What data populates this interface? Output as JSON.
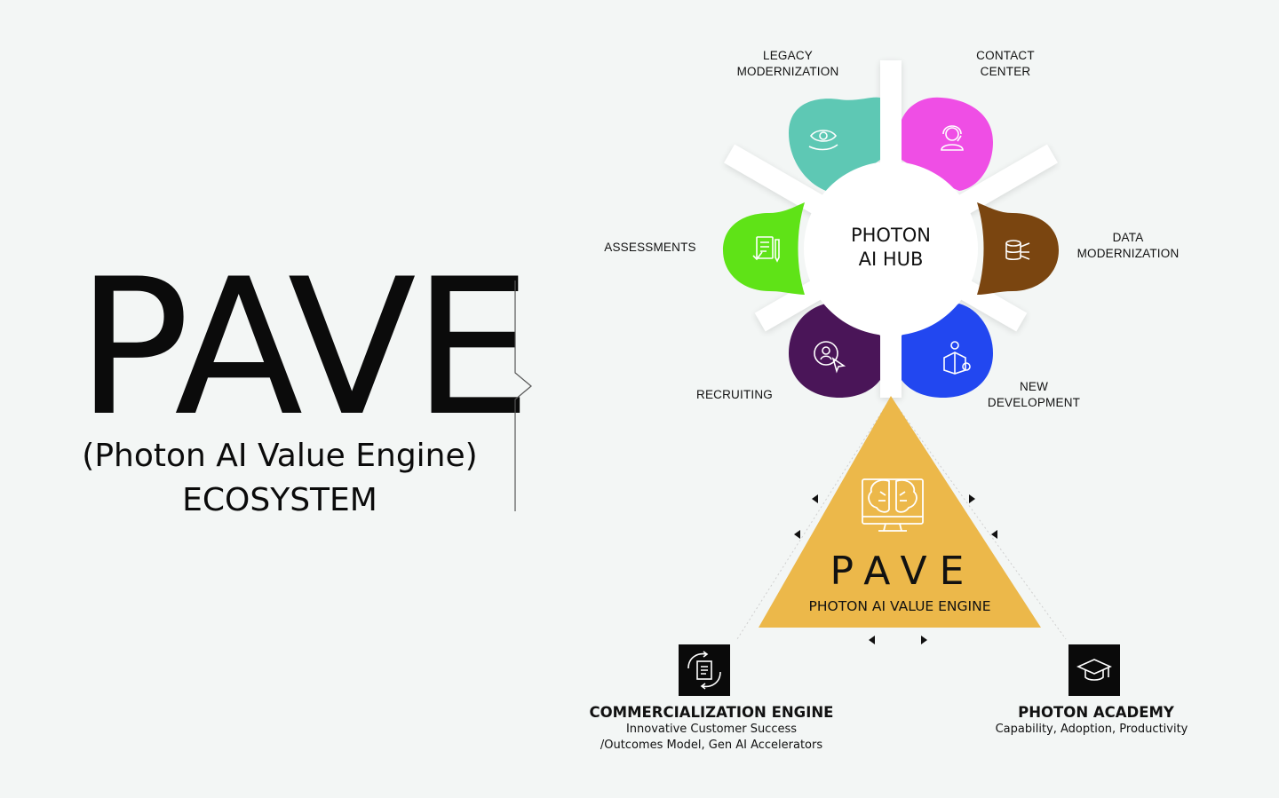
{
  "colors": {
    "background": "#f3f6f5",
    "legacy": "#5ec8b4",
    "contact": "#ef4ee5",
    "data": "#7a4510",
    "new_development": "#2247f0",
    "recruiting": "#4a1558",
    "assessments": "#5fe317",
    "pave_triangle": "#ecb84a"
  },
  "left": {
    "title": "PAVE",
    "subtitle": "(Photon AI Value Engine)",
    "subtitle2": "ECOSYSTEM"
  },
  "hub": {
    "title": "PHOTON\nAI HUB",
    "segments": [
      {
        "key": "legacy",
        "label": "LEGACY\nMODERNIZATION",
        "icon": "eye-hand-icon"
      },
      {
        "key": "contact",
        "label": "CONTACT\nCENTER",
        "icon": "headset-agent-icon"
      },
      {
        "key": "data",
        "label": "DATA\nMODERNIZATION",
        "icon": "database-network-icon"
      },
      {
        "key": "new_development",
        "label": "NEW\nDEVELOPMENT",
        "icon": "box-gear-bulb-icon"
      },
      {
        "key": "recruiting",
        "label": "RECRUITING",
        "icon": "person-cursor-icon"
      },
      {
        "key": "assessments",
        "label": "ASSESSMENTS",
        "icon": "document-pen-icon"
      }
    ]
  },
  "pave": {
    "title": "PAVE",
    "subtitle": "PHOTON AI VALUE ENGINE",
    "icon": "brain-monitor-icon"
  },
  "commercialization": {
    "title": "COMMERCIALIZATION ENGINE",
    "line1": "Innovative Customer Success",
    "line2": "/Outcomes Model, Gen AI Accelerators",
    "icon": "document-cycle-icon"
  },
  "academy": {
    "title": "PHOTON ACADEMY",
    "line1": "Capability, Adoption, Productivity",
    "icon": "graduation-cap-icon"
  }
}
